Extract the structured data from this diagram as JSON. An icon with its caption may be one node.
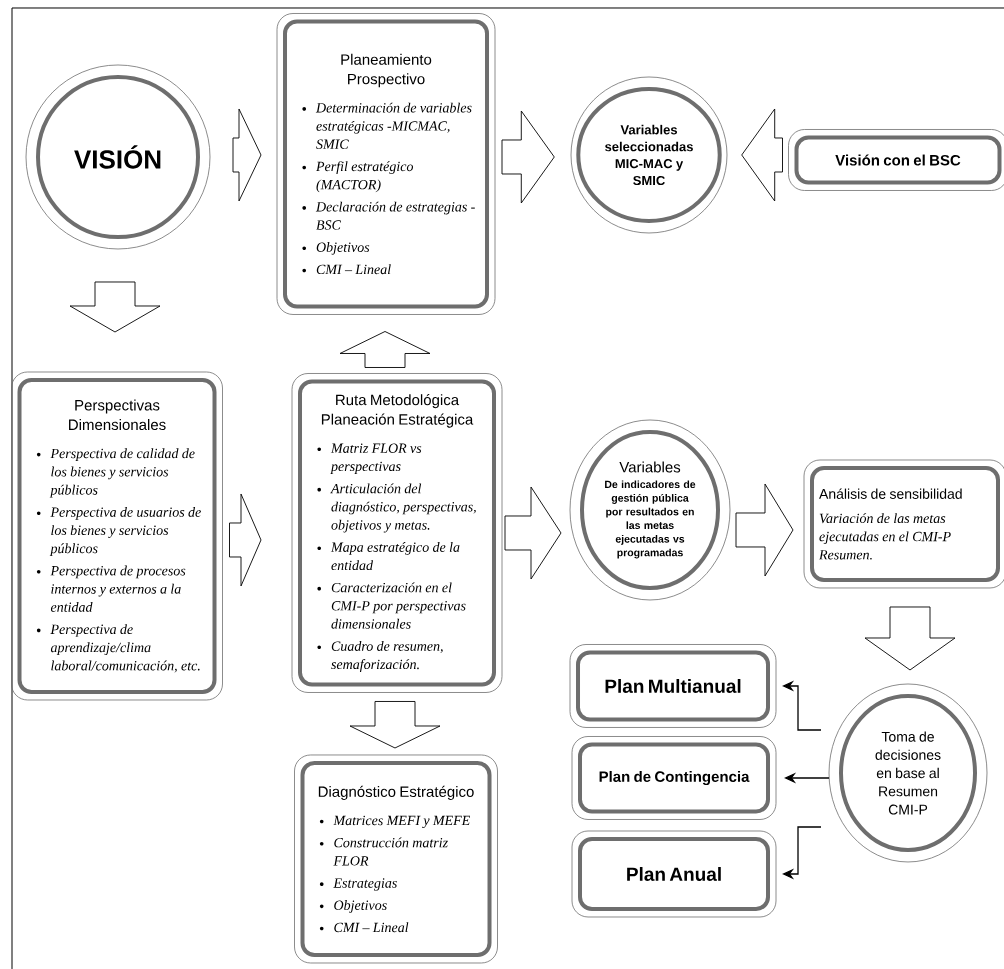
{
  "diagram": {
    "nodes": [
      {
        "text": [
          "VISIÓN"
        ]
      },
      {
        "text": [
          "Planeamiento Prospectivo",
          "Determinación de variables estratégicas -MICMAC, SMIC",
          "Perfil estratégico (MACTOR)",
          "Declaración de estrategias - BSC",
          "Objetivos",
          "CMI – Lineal"
        ]
      },
      {
        "text": [
          "Variables seleccionadas MIC-MAC y SMIC"
        ]
      },
      {
        "text": [
          "Visión con el BSC"
        ]
      },
      {
        "text": [
          "Perspectivas Dimensionales",
          "Perspectiva de calidad de los bienes y servicios públicos",
          "Perspectiva de usuarios de los bienes y servicios públicos",
          "Perspectiva de procesos internos y externos a la entidad",
          "Perspectiva de aprendizaje/clima laboral/comunicación, etc."
        ]
      },
      {
        "text": [
          "Ruta Metodológica Planeación Estratégica",
          "Matriz FLOR vs perspectivas",
          "Articulación del diagnóstico, perspectivas, objetivos y metas.",
          "Mapa estratégico de la entidad",
          "Caracterización en el CMI-P por perspectivas dimensionales",
          "Cuadro de resumen, semaforización."
        ]
      },
      {
        "text": [
          "Variables",
          "De indicadores de gestión pública por resultados en las metas ejecutadas vs programadas"
        ]
      },
      {
        "text": [
          "Análisis de sensibilidad",
          "Variación de las metas ejecutadas en el CMI-P Resumen."
        ]
      },
      {
        "text": [
          "Plan Multianual"
        ]
      },
      {
        "text": [
          "Plan de Contingencia"
        ]
      },
      {
        "text": [
          "Plan Anual"
        ]
      },
      {
        "text": [
          "Toma de decisiones en base al Resumen CMI-P"
        ]
      },
      {
        "text": [
          "Diagnóstico Estratégico",
          "Matrices MEFI y MEFE",
          "Construcción matriz FLOR",
          "Estrategias",
          "Objetivos",
          "CMI – Lineal"
        ]
      }
    ],
    "edges": [
      {
        "from": 0,
        "to": 1,
        "arrow": "to"
      },
      {
        "from": 1,
        "to": 2,
        "arrow": "to"
      },
      {
        "from": 3,
        "to": 2,
        "arrow": "to"
      },
      {
        "from": 0,
        "to": 4,
        "arrow": "to"
      },
      {
        "from": 5,
        "to": 1,
        "arrow": "to"
      },
      {
        "from": 4,
        "to": 5,
        "arrow": "to"
      },
      {
        "from": 5,
        "to": 6,
        "arrow": "to"
      },
      {
        "from": 6,
        "to": 7,
        "arrow": "to"
      },
      {
        "from": 7,
        "to": 11,
        "arrow": "to"
      },
      {
        "from": 11,
        "to": 8,
        "arrow": "to"
      },
      {
        "from": 11,
        "to": 9,
        "arrow": "to"
      },
      {
        "from": 11,
        "to": 10,
        "arrow": "to"
      },
      {
        "from": 5,
        "to": 12,
        "arrow": "to"
      }
    ]
  }
}
